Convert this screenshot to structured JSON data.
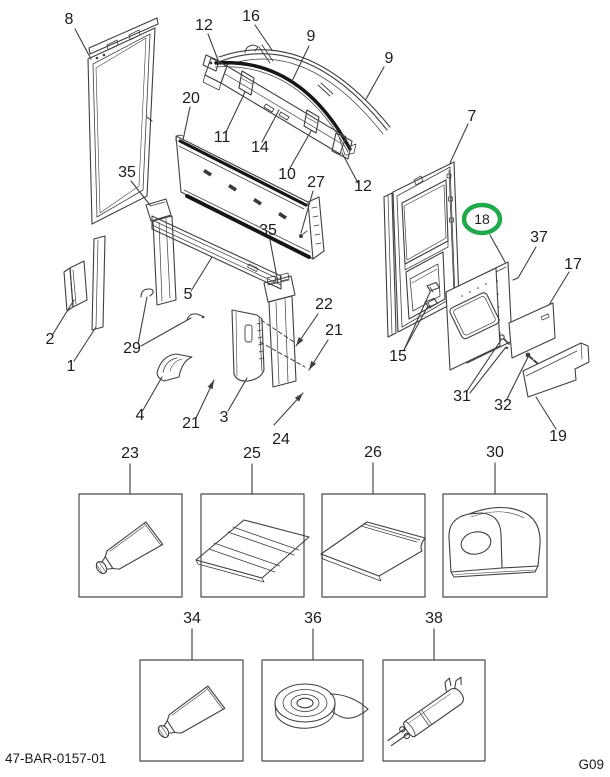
{
  "document": {
    "footer_left": "47-BAR-0157-01",
    "footer_right": "G09"
  },
  "colors": {
    "line": "#3f3f3f",
    "seal_dark": "#161616",
    "label": "#1c1c1c",
    "highlight_ring": "#1fa94a",
    "background": "#ffffff"
  },
  "highlight": {
    "circled_callout": "18"
  },
  "callouts": [
    {
      "label": "8"
    },
    {
      "label": "12"
    },
    {
      "label": "16"
    },
    {
      "label": "9"
    },
    {
      "label": "9"
    },
    {
      "label": "20"
    },
    {
      "label": "11"
    },
    {
      "label": "14"
    },
    {
      "label": "10"
    },
    {
      "label": "12"
    },
    {
      "label": "7"
    },
    {
      "label": "35"
    },
    {
      "label": "27"
    },
    {
      "label": "18"
    },
    {
      "label": "37"
    },
    {
      "label": "17"
    },
    {
      "label": "35"
    },
    {
      "label": "22"
    },
    {
      "label": "21"
    },
    {
      "label": "2"
    },
    {
      "label": "1"
    },
    {
      "label": "29"
    },
    {
      "label": "5"
    },
    {
      "label": "15"
    },
    {
      "label": "4"
    },
    {
      "label": "21"
    },
    {
      "label": "3"
    },
    {
      "label": "24"
    },
    {
      "label": "31"
    },
    {
      "label": "32"
    },
    {
      "label": "19"
    }
  ],
  "kits": [
    {
      "label": "23",
      "icon": "sealant-tube-icon"
    },
    {
      "label": "25",
      "icon": "corrugated-pad-icon"
    },
    {
      "label": "26",
      "icon": "insulation-pad-icon"
    },
    {
      "label": "30",
      "icon": "insulator-block-icon"
    },
    {
      "label": "34",
      "icon": "sealant-tube-icon"
    },
    {
      "label": "36",
      "icon": "tape-roll-icon"
    },
    {
      "label": "38",
      "icon": "cartridge-applicator-icon"
    }
  ]
}
